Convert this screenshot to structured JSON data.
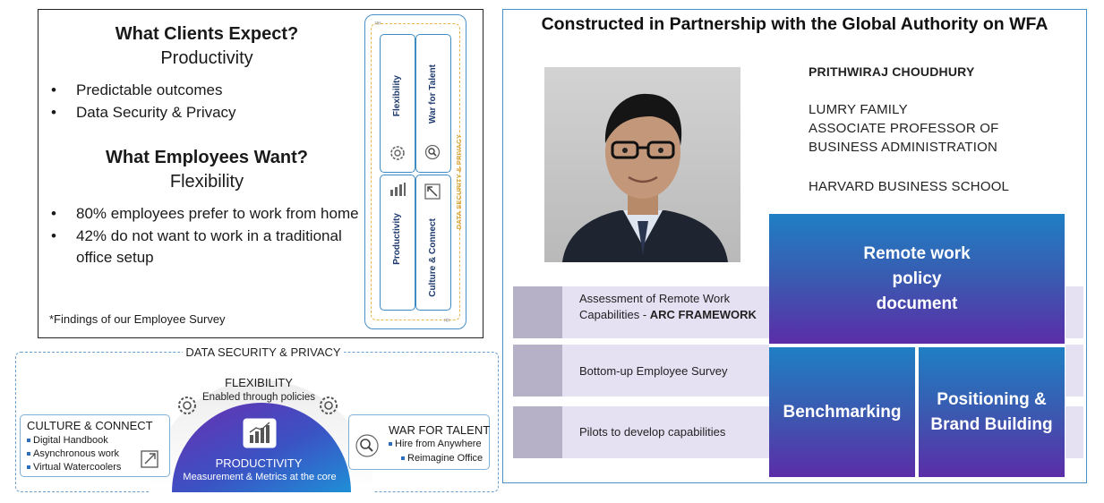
{
  "left_panel": {
    "clients_heading": "What Clients Expect?",
    "clients_sub": "Productivity",
    "clients_bullets": [
      "Predictable outcomes",
      "Data Security & Privacy"
    ],
    "employees_heading": "What Employees Want?",
    "employees_sub": "Flexibility",
    "employees_bullets": [
      "80% employees  prefer to work from home",
      "42% do not want to work in a traditional office setup"
    ],
    "footnote": "*Findings of our Employee Survey"
  },
  "mini_diagram": {
    "cells": [
      "Flexibility",
      "War for Talent",
      "Productivity",
      "Culture & Connect"
    ],
    "side_label": "DATA SECURITY & PRIVACY",
    "icons": [
      "gears-icon",
      "search-icon",
      "chart-icon",
      "expand-icon"
    ]
  },
  "bottom_diagram": {
    "title": "DATA SECURITY & PRIVACY",
    "flexibility": "FLEXIBILITY",
    "flexibility_sub": "Enabled through policies",
    "productivity": "PRODUCTIVITY",
    "productivity_sub": "Measurement & Metrics at the core",
    "culture": {
      "title": "CULTURE & CONNECT",
      "items": [
        "Digital Handbook",
        "Asynchronous work",
        "Virtual Watercoolers"
      ]
    },
    "war": {
      "title": "WAR FOR TALENT",
      "items": [
        "Hire from Anywhere",
        "Reimagine Office"
      ]
    }
  },
  "right_panel": {
    "title": "Constructed in Partnership with the Global Authority on WFA",
    "professor": {
      "name": "PRITHWIRAJ CHOUDHURY",
      "role_lines": [
        "LUMRY FAMILY",
        "ASSOCIATE PROFESSOR OF",
        "BUSINESS ADMINISTRATION"
      ],
      "school": "HARVARD BUSINESS SCHOOL"
    },
    "steps": [
      {
        "text": "Assessment of Remote Work Capabilities - ",
        "bold": "ARC FRAMEWORK"
      },
      {
        "text": "Bottom-up Employee Survey",
        "bold": ""
      },
      {
        "text": "Pilots to develop capabilities",
        "bold": ""
      }
    ],
    "boxes": [
      "Remote work policy document",
      "Benchmarking",
      "Positioning & Brand Building"
    ]
  },
  "colors": {
    "accent_blue": "#1f7fc4",
    "accent_purple": "#5b2da8",
    "gold": "#e9b64a"
  }
}
